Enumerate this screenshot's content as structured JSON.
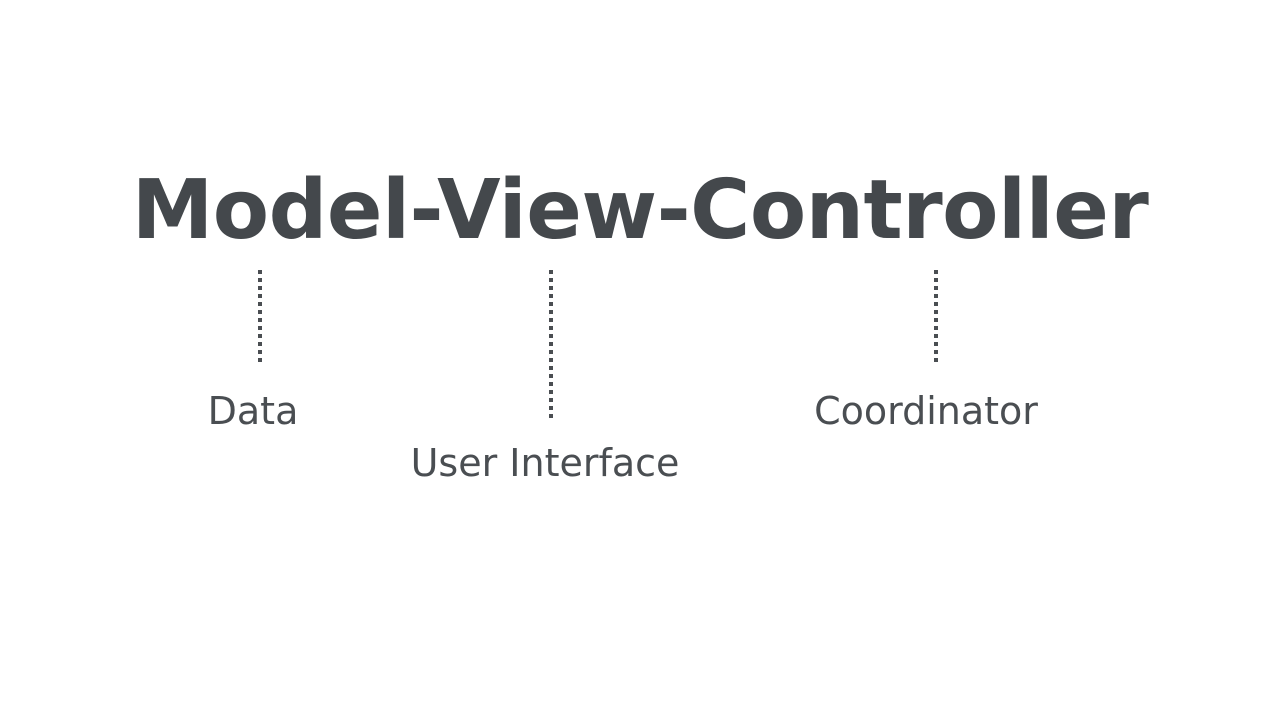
{
  "slide": {
    "background_color": "#ffffff",
    "title": {
      "text": "Model-View-Controller",
      "color": "#44484c"
    },
    "connectors": [
      {
        "name": "model-connector",
        "style": "dotted-vertical",
        "color": "#4a4e52"
      },
      {
        "name": "view-connector",
        "style": "dotted-vertical",
        "color": "#4a4e52"
      },
      {
        "name": "controller-connector",
        "style": "dotted-vertical",
        "color": "#4a4e52"
      }
    ],
    "labels": [
      {
        "term": "Model",
        "text": "Data",
        "color": "#4a4e52"
      },
      {
        "term": "View",
        "text": "User Interface",
        "color": "#4a4e52"
      },
      {
        "term": "Controller",
        "text": "Coordinator",
        "color": "#4a4e52"
      }
    ]
  }
}
